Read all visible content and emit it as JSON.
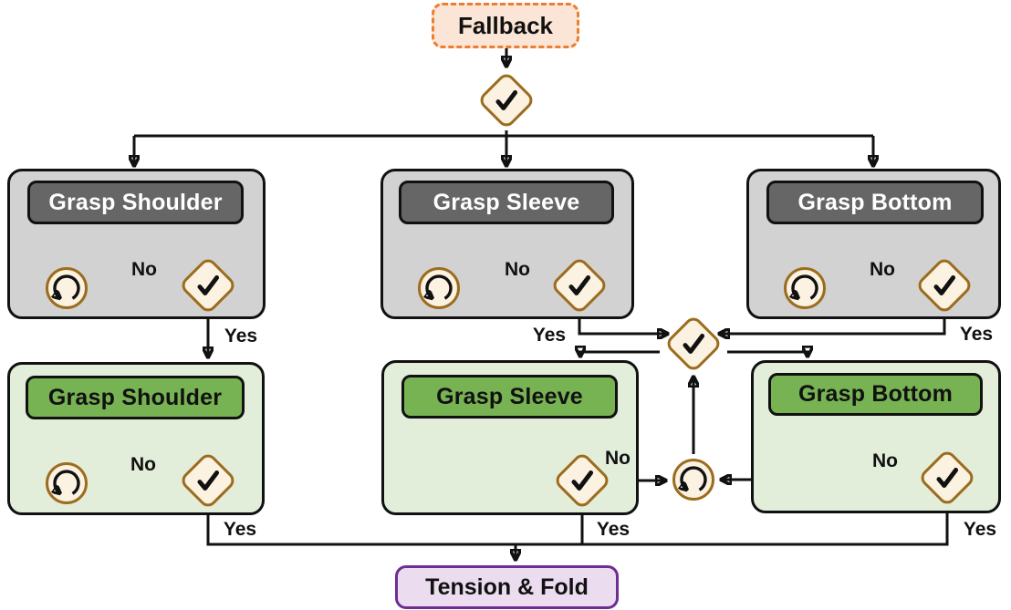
{
  "nodes": {
    "fallback": "Fallback",
    "tension_fold": "Tension & Fold"
  },
  "rows": {
    "attempt": {
      "shoulder": "Grasp Shoulder",
      "sleeve": "Grasp Sleeve",
      "bottom": "Grasp Bottom"
    },
    "execute": {
      "shoulder": "Grasp Shoulder",
      "sleeve": "Grasp Sleeve",
      "bottom": "Grasp Bottom"
    }
  },
  "labels": {
    "yes": "Yes",
    "no": "No"
  },
  "icons": {
    "condition_check": "check-icon ✓",
    "retry_loop": "loop-arrow-icon ↻"
  },
  "colors": {
    "fallback_fill": "#FBE5D6",
    "fallback_border": "#ED7D31",
    "attempt_fill": "#D2D2D2",
    "attempt_header_fill": "#666666",
    "attempt_header_text": "#FFFFFF",
    "execute_fill": "#E2EEDA",
    "execute_header_fill": "#77B253",
    "node_border": "#111111",
    "diamond_fill": "#FBF2E1",
    "diamond_border": "#9C6C1E",
    "tension_fill": "#ECDCEF",
    "tension_border": "#6D2D91",
    "connector": "#111111"
  }
}
